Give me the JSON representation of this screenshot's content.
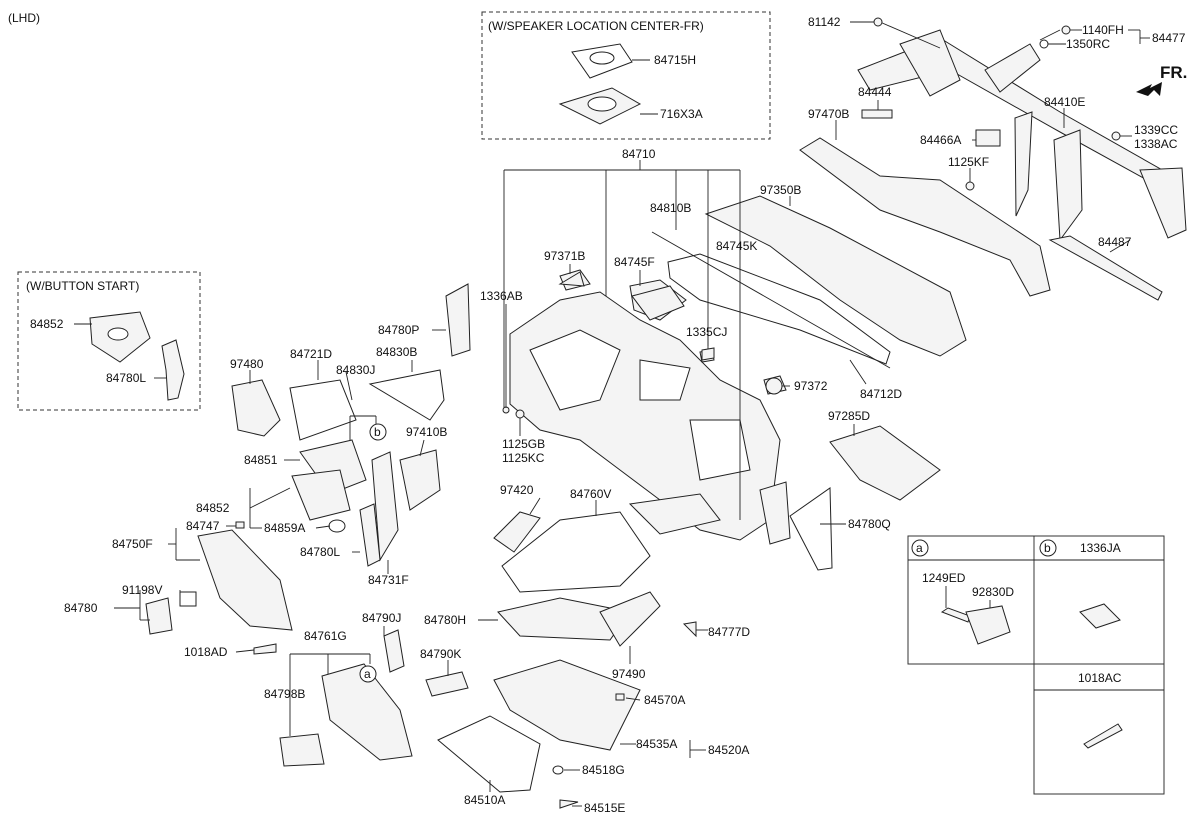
{
  "drive_side": "(LHD)",
  "front_arrow_label": "FR.",
  "insets": {
    "speaker": {
      "title": "(W/SPEAKER LOCATION CENTER-FR)",
      "parts": [
        "84715H",
        "716X3A"
      ]
    },
    "button_start": {
      "title": "(W/BUTTON START)",
      "parts": [
        "84852",
        "84780L"
      ]
    }
  },
  "legend": {
    "a_mark": "a",
    "b_mark": "b",
    "b_part": "1336JA",
    "a_parts": [
      "1249ED",
      "92830D"
    ],
    "c_part": "1018AC"
  },
  "parts": {
    "p81142": "81142",
    "p1140FH": "1140FH",
    "p84477": "84477",
    "p1350RC": "1350RC",
    "p84444": "84444",
    "p84410E": "84410E",
    "p97470B": "97470B",
    "p1339CC": "1339CC",
    "p1338AC": "1338AC",
    "p84466A": "84466A",
    "p1125KF": "1125KF",
    "p84710": "84710",
    "p97350B": "97350B",
    "p84810B": "84810B",
    "p84487": "84487",
    "p84745K": "84745K",
    "p97371B": "97371B",
    "p84745F": "84745F",
    "p1336AB": "1336AB",
    "p84780P": "84780P",
    "p84830B": "84830B",
    "p1335CJ": "1335CJ",
    "p84712D": "84712D",
    "p97480": "97480",
    "p84721D": "84721D",
    "p84830J": "84830J",
    "p97372": "97372",
    "p97285D": "97285D",
    "p97410B": "97410B",
    "p1125GB": "1125GB",
    "p1125KC": "1125KC",
    "p84851": "84851",
    "p97420": "97420",
    "p84760V": "84760V",
    "p84852": "84852",
    "p84747": "84747",
    "p84859A": "84859A",
    "p84780Q": "84780Q",
    "p84750F": "84750F",
    "p84780L": "84780L",
    "p84731F": "84731F",
    "p91198V": "91198V",
    "p84780": "84780",
    "p84780H": "84780H",
    "p84777D": "84777D",
    "p84790J": "84790J",
    "p1018AD": "1018AD",
    "p84761G": "84761G",
    "p97490": "97490",
    "p84790K": "84790K",
    "p84798B": "84798B",
    "p84570A": "84570A",
    "p84535A": "84535A",
    "p84520A": "84520A",
    "p84518G": "84518G",
    "p84510A": "84510A",
    "p84515E": "84515E"
  }
}
